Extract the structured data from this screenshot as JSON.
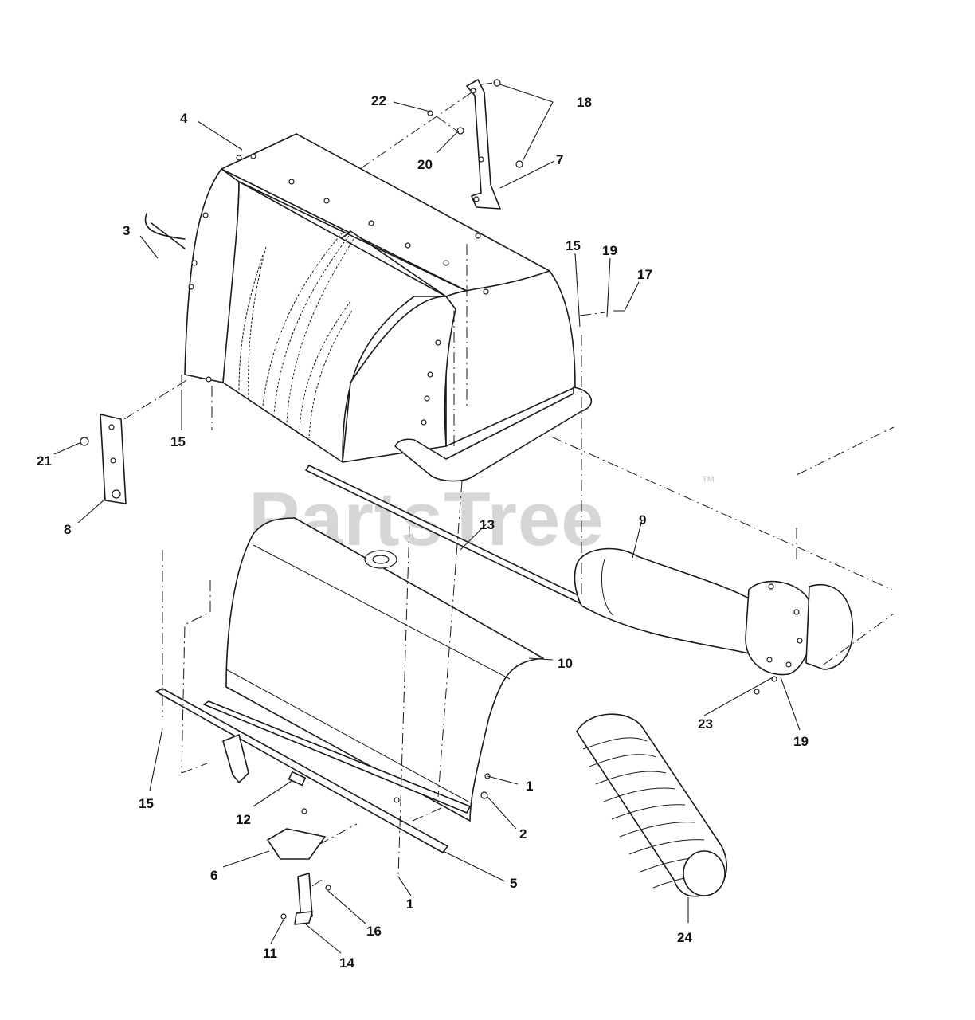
{
  "watermark": {
    "brand": "PartsTree",
    "trademark": "™"
  },
  "callouts": [
    {
      "id": "c1a",
      "label": "1"
    },
    {
      "id": "c1b",
      "label": "1"
    },
    {
      "id": "c2",
      "label": "2"
    },
    {
      "id": "c3",
      "label": "3"
    },
    {
      "id": "c4",
      "label": "4"
    },
    {
      "id": "c5",
      "label": "5"
    },
    {
      "id": "c6",
      "label": "6"
    },
    {
      "id": "c7",
      "label": "7"
    },
    {
      "id": "c8",
      "label": "8"
    },
    {
      "id": "c9",
      "label": "9"
    },
    {
      "id": "c10",
      "label": "10"
    },
    {
      "id": "c11",
      "label": "11"
    },
    {
      "id": "c12",
      "label": "12"
    },
    {
      "id": "c13",
      "label": "13"
    },
    {
      "id": "c14",
      "label": "14"
    },
    {
      "id": "c15a",
      "label": "15"
    },
    {
      "id": "c15b",
      "label": "15"
    },
    {
      "id": "c15c",
      "label": "15"
    },
    {
      "id": "c16",
      "label": "16"
    },
    {
      "id": "c17",
      "label": "17"
    },
    {
      "id": "c18",
      "label": "18"
    },
    {
      "id": "c19a",
      "label": "19"
    },
    {
      "id": "c19b",
      "label": "19"
    },
    {
      "id": "c20",
      "label": "20"
    },
    {
      "id": "c21",
      "label": "21"
    },
    {
      "id": "c22",
      "label": "22"
    },
    {
      "id": "c23",
      "label": "23"
    },
    {
      "id": "c24",
      "label": "24"
    }
  ]
}
